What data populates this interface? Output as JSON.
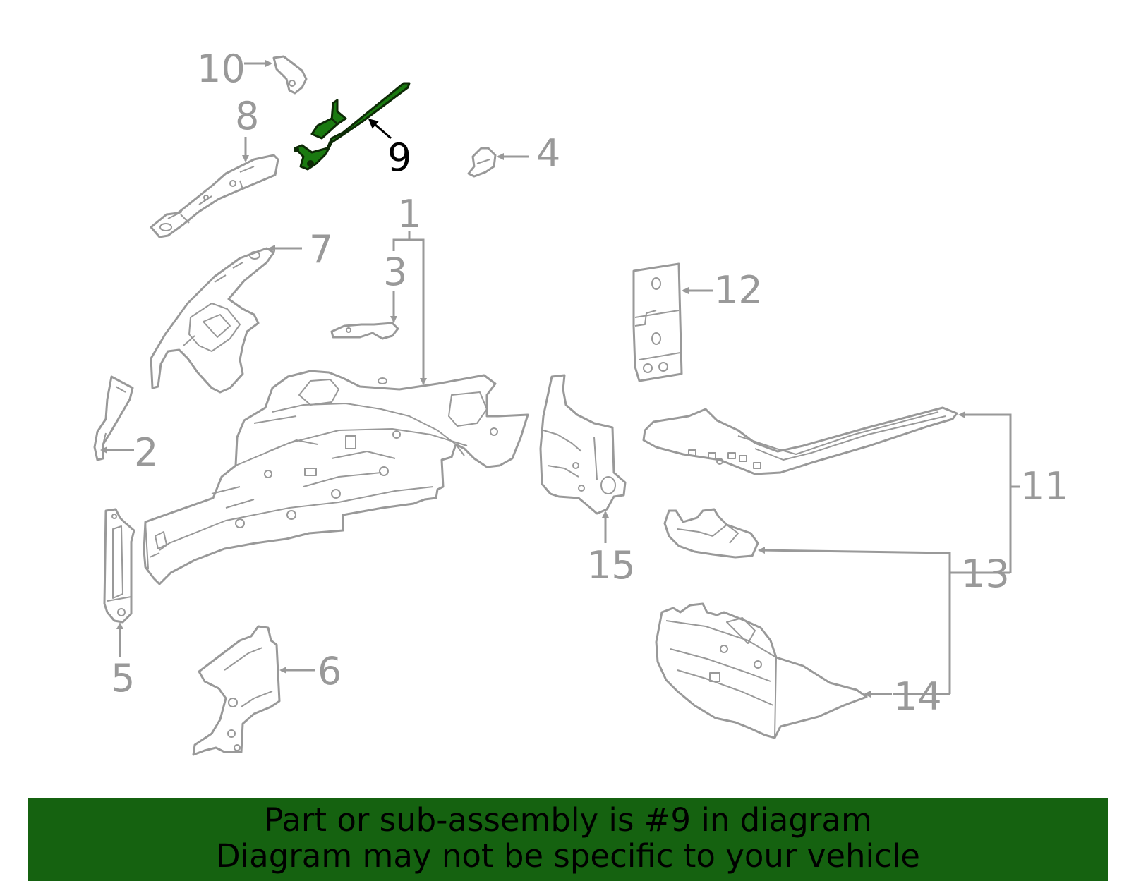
{
  "diagram": {
    "highlighted_part": "9",
    "highlight_color": "#1a7a10",
    "line_color": "#999999",
    "callouts": [
      "1",
      "2",
      "3",
      "4",
      "5",
      "6",
      "7",
      "8",
      "9",
      "10",
      "11",
      "12",
      "13",
      "14",
      "15"
    ]
  },
  "banner": {
    "background": "#156210",
    "line1": "Part or sub-assembly is #9 in diagram",
    "line2": "Diagram may not be specific to your vehicle"
  }
}
